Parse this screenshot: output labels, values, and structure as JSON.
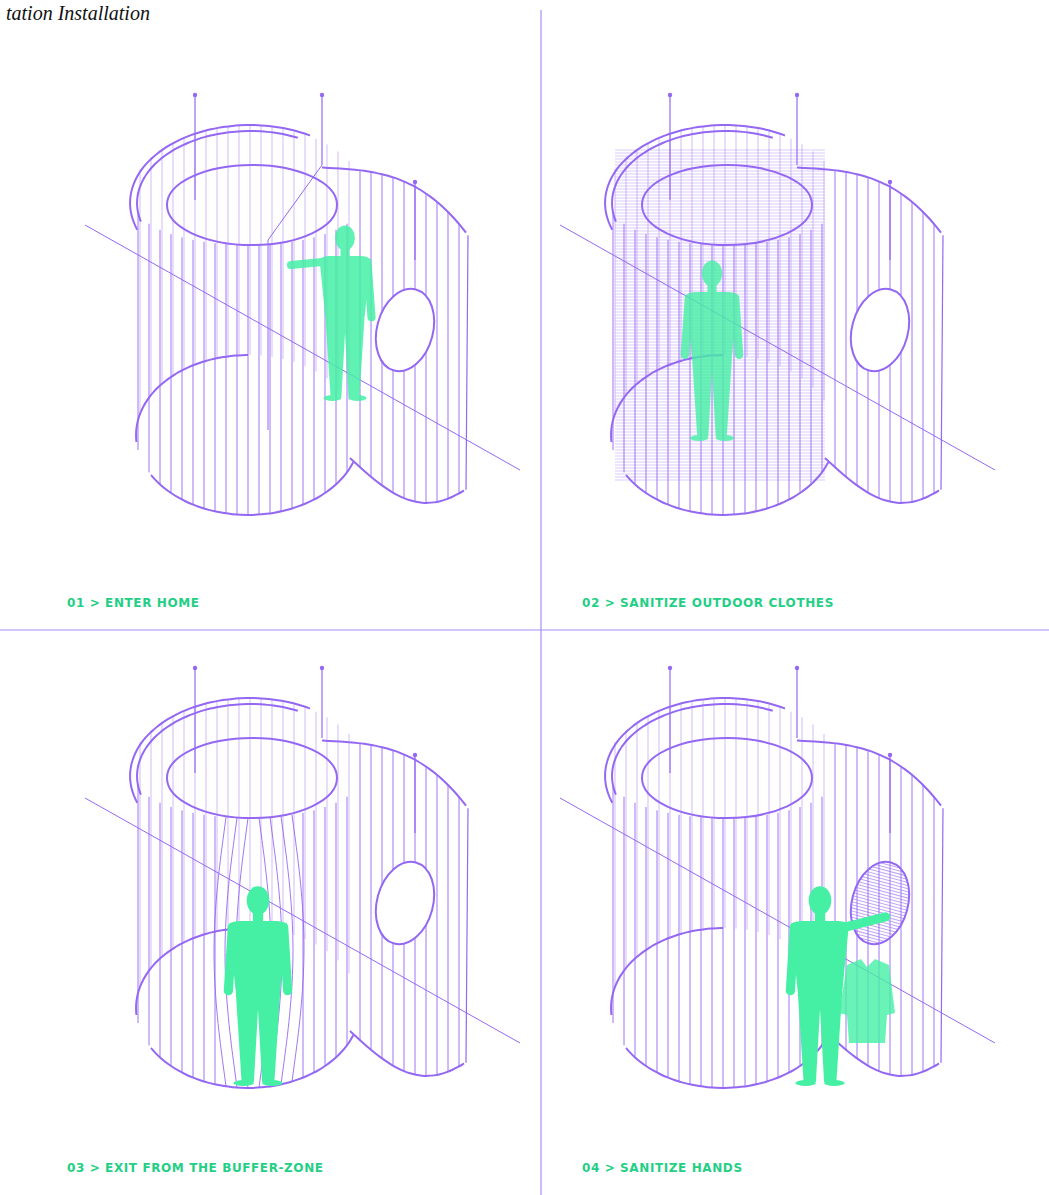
{
  "diagram": {
    "title": "tation Installation",
    "labels": [
      "01 > ENTER HOME",
      "02 > SANITIZE OUTDOOR CLOTHES",
      "03 > EXIT FROM THE BUFFER-ZONE",
      "04 > SANITIZE HANDS"
    ]
  }
}
